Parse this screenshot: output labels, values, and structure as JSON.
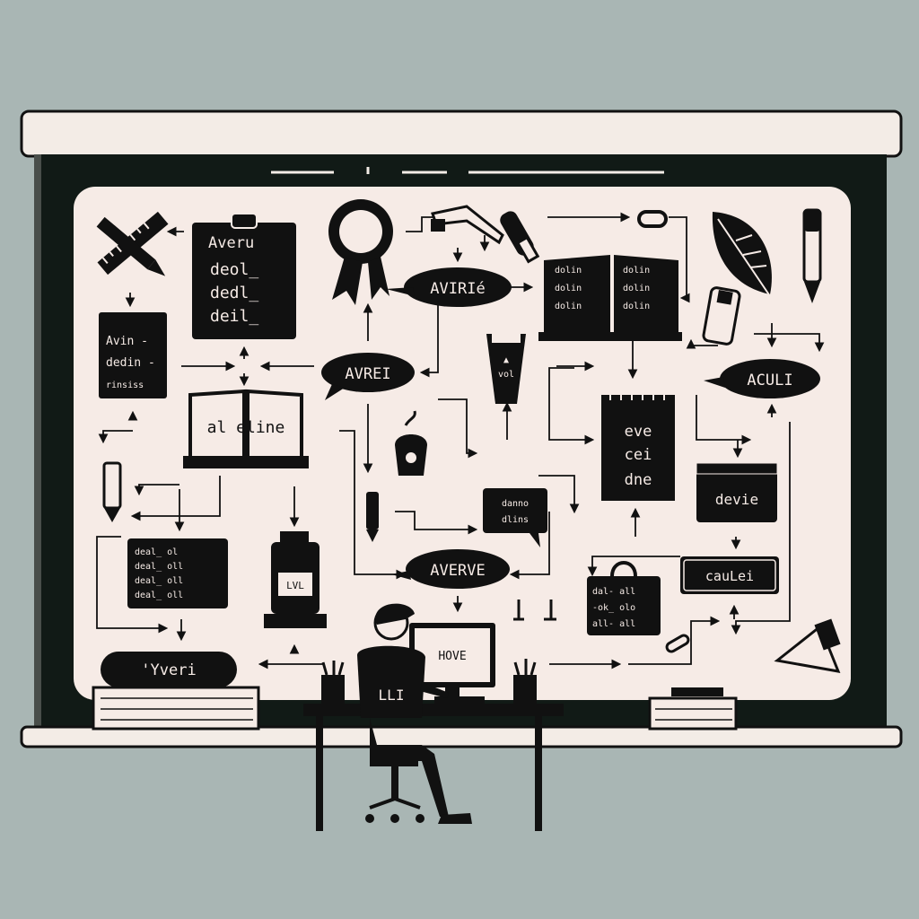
{
  "colors": {
    "background": "#a9b6b4",
    "board_frame": "#f3ece6",
    "board_dark": "#111a16",
    "panel": "#f6ebe6",
    "ink": "#111111",
    "paper": "#f6ebe6"
  },
  "icons": [
    "crossed-ruler-pencil-icon",
    "award-ribbon-icon",
    "stapler-icon",
    "marker-icon",
    "link-icon",
    "leaf-icon",
    "pen-icon",
    "usb-drive-icon",
    "cup-icon",
    "teapot-icon",
    "pencil-icon",
    "printer-icon",
    "shopping-bag-icon",
    "megaphone-icon",
    "paperclip-icon",
    "person-icon",
    "chair-icon",
    "pencil-cup-icon"
  ],
  "board": {
    "top_bar": "_ _ _ ,  _ _ _"
  },
  "cards": {
    "clipboard": {
      "title": "Averu",
      "lines": [
        "deol_",
        "dedl_",
        "deil_"
      ]
    },
    "left_list": {
      "lines": [
        "Avin -",
        "dedin -",
        "rinsiss"
      ]
    },
    "open_book_top": {
      "lines": [
        "dolin",
        "dolin",
        "dolin",
        "dolin",
        "dolin",
        "dolin"
      ]
    },
    "open_book_mid": {
      "text": "al  eline"
    },
    "calendar": {
      "lines": [
        "eve",
        "cei",
        "dne"
      ]
    },
    "devie": {
      "text": "devie"
    },
    "caulei": {
      "text": "cauLei"
    },
    "small_bubble": {
      "lines": [
        "danno",
        "dlins"
      ]
    },
    "tablet_left": {
      "lines": [
        "deal_ ol",
        "deal_ oll",
        "deal_ oll",
        "deal_ oll"
      ]
    },
    "bag_card": {
      "lines": [
        "dal- all",
        "-ok_ olo",
        "all- all"
      ]
    },
    "scroll": {
      "text": "'Yveri"
    },
    "cup_label": {
      "lines": [
        "▲",
        "vol"
      ]
    },
    "printer_screen": {
      "text": "LVL"
    }
  },
  "bubbles": {
    "avirie": "AVIRIé",
    "avrei": "AVREI",
    "aculi": "ACULI",
    "averve": "AVERVE"
  },
  "desk": {
    "monitor_text": "HOVE",
    "shirt_text": "LLI"
  }
}
